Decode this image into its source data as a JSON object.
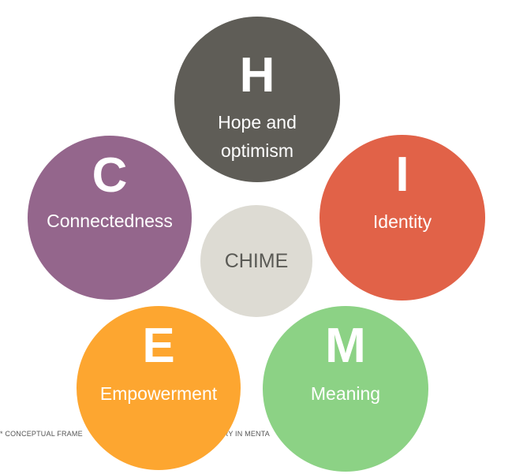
{
  "footnote": "* CONCEPTUAL FRAME",
  "footnote_tail": "RY IN MENTA",
  "center": {
    "label": "CHIME",
    "color": "#dddbd3",
    "text_color": "#5a5a55"
  },
  "components": [
    {
      "letter": "H",
      "label": "Hope and optimism",
      "color": "#5f5d57"
    },
    {
      "letter": "C",
      "label": "Connectedness",
      "color": "#94668c"
    },
    {
      "letter": "I",
      "label": "Identity",
      "color": "#e16248"
    },
    {
      "letter": "E",
      "label": "Empowerment",
      "color": "#fda630"
    },
    {
      "letter": "M",
      "label": "Meaning",
      "color": "#8cd285"
    }
  ]
}
